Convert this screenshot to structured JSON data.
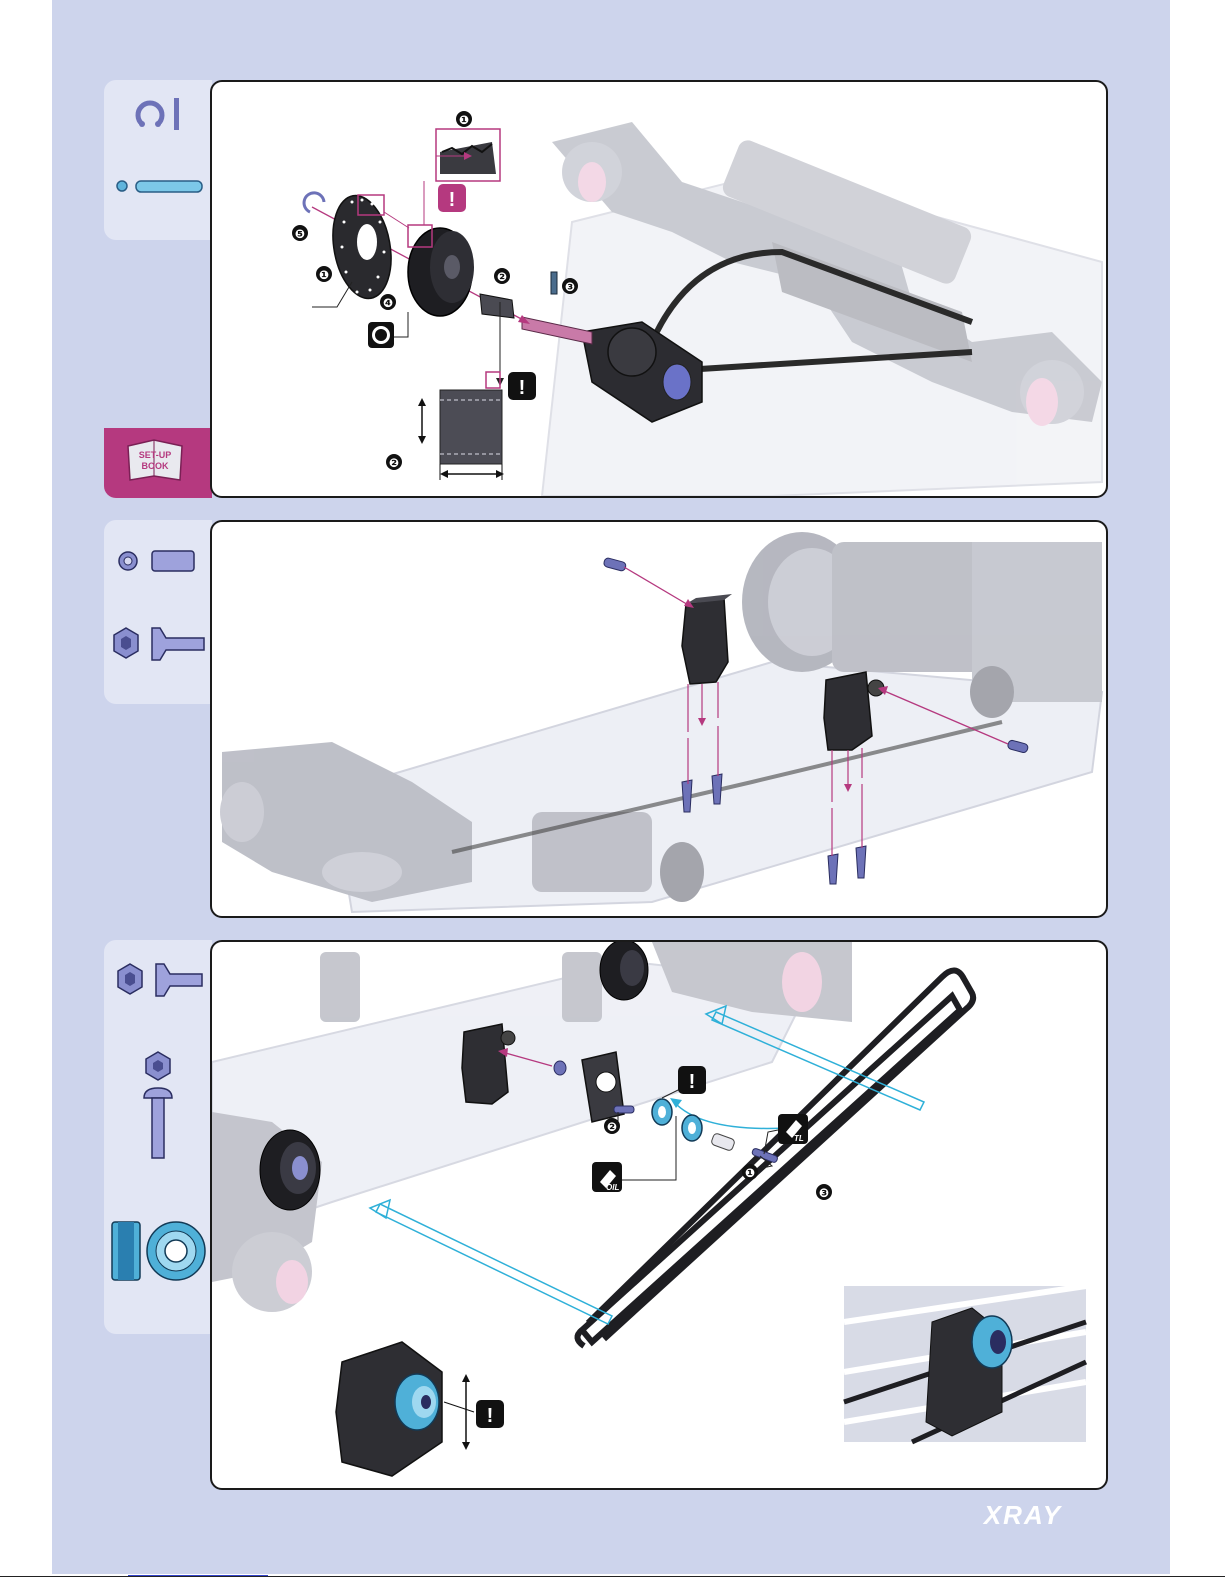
{
  "brand": {
    "logo_text": "XRAY"
  },
  "colors": {
    "page_bg": "#cdd4ec",
    "panel_border": "#1a1a1a",
    "accent_magenta": "#b5397f",
    "accent_cyan": "#2fb0d8",
    "part_metal": "#8a8fcf"
  },
  "setup_book": {
    "line1": "SET-UP",
    "line2": "BOOK"
  },
  "panels": [
    {
      "id": "step-1",
      "part_icons": [
        "e-clip-icon",
        "pin-icon"
      ],
      "callouts": [
        "❶",
        "❶",
        "❺",
        "❹",
        "❷",
        "❸",
        "❷"
      ],
      "warnings": [
        "!",
        "!"
      ]
    },
    {
      "id": "step-2",
      "part_icons": [
        "spacer-icon",
        "flat-head-screw-icon"
      ]
    },
    {
      "id": "step-3",
      "part_icons": [
        "flat-head-screw-icon",
        "button-head-screw-icon",
        "bearing-icon"
      ],
      "callouts": [
        "❷",
        "❶",
        "❸"
      ],
      "warnings": [
        "!",
        "!"
      ],
      "lube_labels": [
        "OIL",
        "TL"
      ]
    }
  ]
}
